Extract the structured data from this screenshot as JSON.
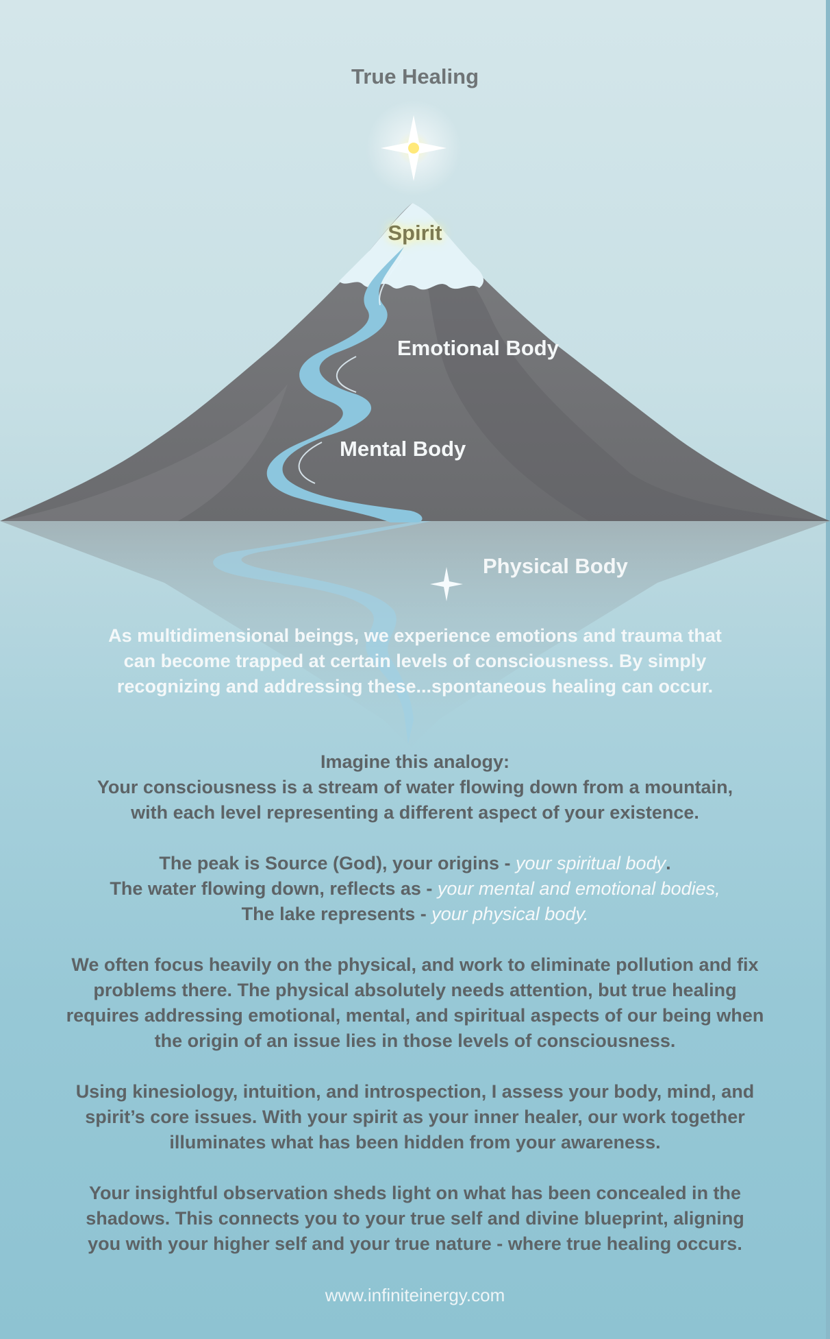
{
  "labels": {
    "title": "True Healing",
    "spirit": "Spirit",
    "emotional": "Emotional Body",
    "mental": "Mental Body",
    "physical": "Physical Body"
  },
  "intro": [
    "As multidimensional beings, we experience emotions and trauma that",
    "can become trapped at certain levels of consciousness. By simply",
    "recognizing and addressing these...spontaneous healing can occur."
  ],
  "analogy": {
    "heading": "Imagine this analogy:",
    "lines": [
      "Your consciousness is a stream of water flowing down from a mountain,",
      "with each level representing a different aspect of your existence."
    ]
  },
  "mapping": [
    {
      "text": "The peak is Source (God), your origins  - ",
      "italic": "your spiritual body",
      "tail": "."
    },
    {
      "text": "The water flowing down,  reflects as  - ",
      "italic": "your mental and emotional bodies,",
      "tail": ""
    },
    {
      "text": "The lake represents  - ",
      "italic": "your physical body.",
      "tail": ""
    }
  ],
  "paragraphs": [
    [
      "We often focus heavily on the physical, and work to eliminate pollution and fix",
      "problems there. The physical absolutely needs attention, but true healing",
      "requires addressing emotional, mental, and spiritual aspects of our being when",
      "the origin of an issue lies in those levels of consciousness."
    ],
    [
      "Using kinesiology, intuition, and introspection, I assess your body, mind, and",
      "spirit’s core issues. With your spirit as your inner healer, our work together",
      "illuminates what has been hidden from your awareness."
    ],
    [
      "Your insightful observation sheds light on what has been concealed in the",
      "shadows. This connects you to your true self and divine blueprint, aligning",
      "you with your higher self and your true nature - where true healing occurs."
    ]
  ],
  "footer": "www.infiniteinergy.com",
  "colors": {
    "mountain": "#6f7073",
    "snow": "#e4f3f8",
    "stream": "#8cc6de",
    "heading_text": "#6f7476",
    "body_text": "#5d6366"
  }
}
